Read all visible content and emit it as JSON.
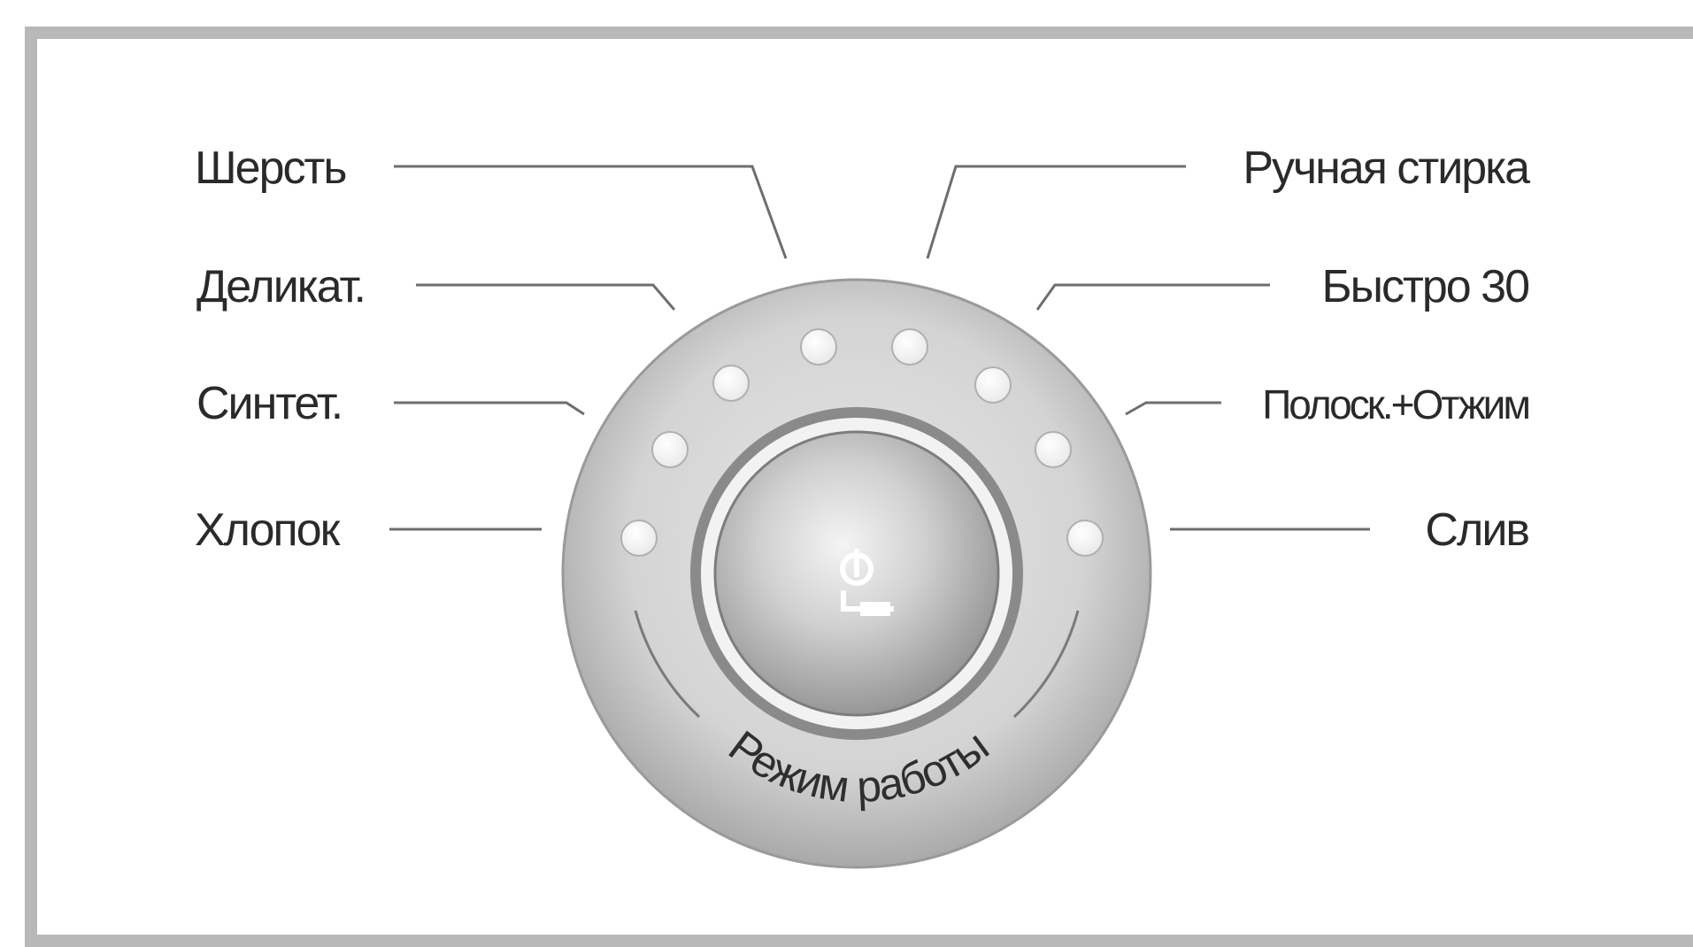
{
  "labels_left": [
    "Шерсть",
    "Деликат.",
    "Синтет.",
    "Хлопок"
  ],
  "labels_right": [
    "Ручная стирка",
    "Быстро 30",
    "Полоск.+Отжим",
    "Слив"
  ],
  "knob": {
    "caption": "Режим работы",
    "icon": "power-touch-icon"
  },
  "colors": {
    "frame": "#b8b8b8",
    "dial_ring": "#d2d2d2",
    "knob_center": "#c8c8c8",
    "indicator": "#ffffff",
    "text": "#2a2a2a"
  }
}
